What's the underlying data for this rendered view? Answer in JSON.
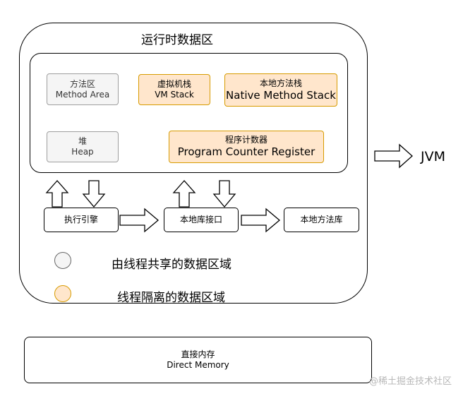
{
  "title": "运行时数据区",
  "blocks": {
    "method_area": {
      "zh": "方法区",
      "en": "Method Area"
    },
    "vm_stack": {
      "zh": "虚拟机栈",
      "en": "VM Stack"
    },
    "native_method_stack": {
      "zh": "本地方法栈",
      "en": "Native Method Stack"
    },
    "heap": {
      "zh": "堆",
      "en": "Heap"
    },
    "program_counter": {
      "zh": "程序计数器",
      "en": "Program Counter Register"
    }
  },
  "execution_engine": "执行引擎",
  "native_interface": "本地库接口",
  "native_library": "本地方法库",
  "jvm_label": "JVM",
  "legend": {
    "shared": "由线程共享的数据区域",
    "private": "线程隔离的数据区域"
  },
  "direct_memory": {
    "zh": "直接内存",
    "en": "Direct Memory"
  },
  "watermark": "@稀土掘金技术社区",
  "colors": {
    "shared_fill": "#f5f5f5",
    "shared_border": "#9e9e9e",
    "private_fill": "#ffe6cc",
    "private_border": "#d79b00"
  }
}
